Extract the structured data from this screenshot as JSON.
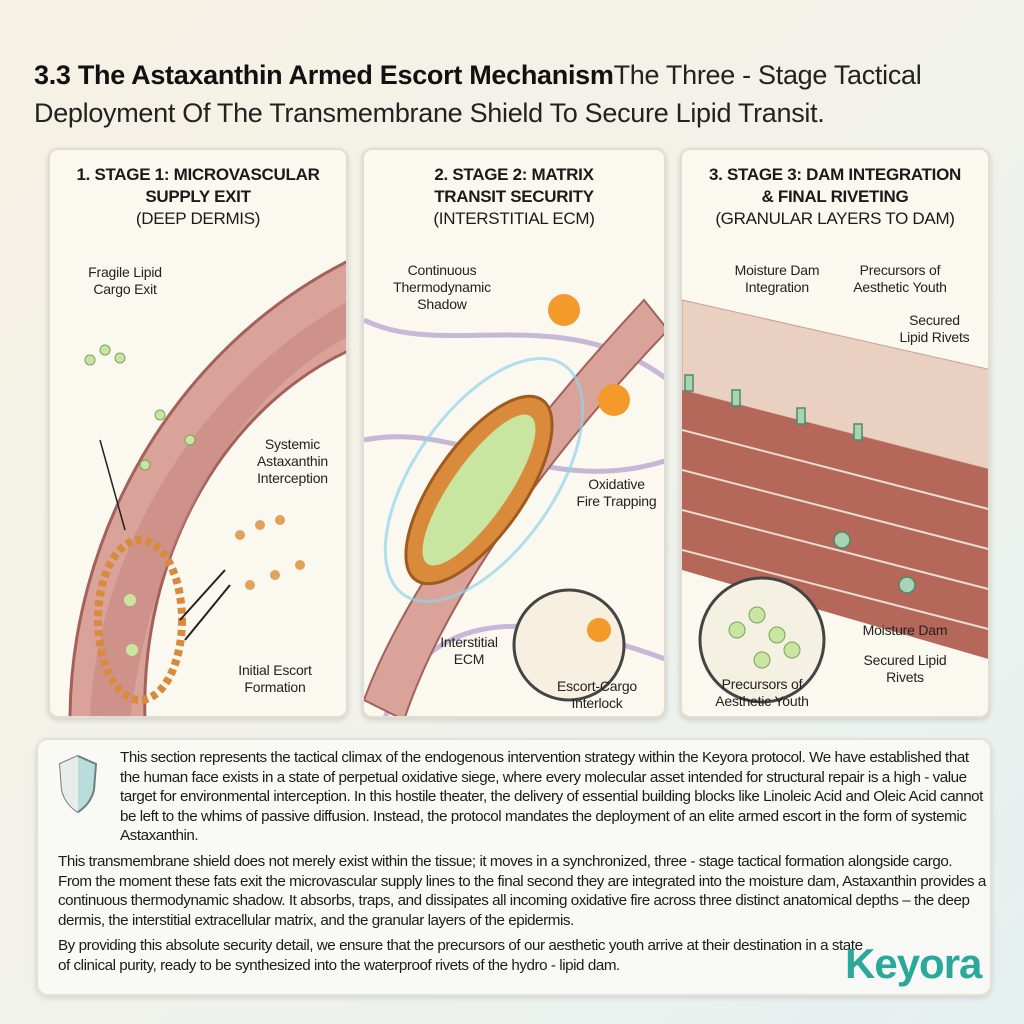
{
  "title": {
    "bold": "3.3 The Astaxanthin Armed Escort Mechanism",
    "rest": "The Three - Stage Tactical Deployment Of The Transmembrane Shield To Secure Lipid Transit."
  },
  "panels": [
    {
      "heading1": "1. STAGE 1: MICROVASCULAR",
      "heading2": "SUPPLY EXIT",
      "sub": "(DEEP DERMIS)",
      "labels": [
        "Fragile Lipid\nCargo Exit",
        "Systemic\nAstaxanthin\nInterception",
        "Initial Escort\nFormation"
      ]
    },
    {
      "heading1": "2. STAGE 2: MATRIX",
      "heading2": "TRANSIT SECURITY",
      "sub": "(INTERSTITIAL ECM)",
      "labels": [
        "Continuous\nThermodynamic\nShadow",
        "Oxidative\nFire Trapping",
        "Interstitial\nECM",
        "Escort-Cargo\nInterlock"
      ]
    },
    {
      "heading1": "3. STAGE 3: DAM INTEGRATION",
      "heading2": "& FINAL RIVETING",
      "sub": "(GRANULAR LAYERS TO DAM)",
      "labels": [
        "Moisture Dam\nIntegration",
        "Precursors of\nAesthetic Youth",
        "Secured\nLipid Rivets",
        "Moisture Dam",
        "Secured Lipid\nRivets",
        "Precursors of\nAesthetic Youth"
      ]
    }
  ],
  "body": {
    "p1": "This section represents the tactical climax of the endogenous intervention strategy within the Keyora protocol. We have established that the human face exists in a state of perpetual oxidative siege, where every molecular asset intended for structural repair is a high - value target for environmental interception. In this hostile theater, the delivery of essential building blocks like Linoleic Acid and Oleic Acid cannot be left to the whims of passive diffusion. Instead, the protocol mandates the deployment of an elite armed escort in the form of systemic Astaxanthin.",
    "p2": "This transmembrane shield does not merely exist within the tissue; it moves in a synchronized, three - stage tactical formation alongside cargo. From the moment these fats exit the microvascular supply lines to the final second they are integrated into the moisture dam, Astaxanthin provides a continuous thermodynamic shadow. It absorbs, traps, and dissipates all incoming oxidative fire across three distinct anatomical depths – the deep dermis, the interstitial extracellular matrix, and the granular layers of the epidermis.",
    "p3": "By providing this absolute security detail, we ensure that the precursors of our aesthetic youth arrive at their destination in a state of clinical purity, ready to be synthesized into the waterproof rivets of the hydro - lipid dam."
  },
  "logo": "Keyora",
  "colors": {
    "accent": "#2aa89a",
    "vessel": "#c98a84",
    "escort": "#d98a3a",
    "cargo": "#c8e6a0",
    "brick": "#b5685a"
  }
}
